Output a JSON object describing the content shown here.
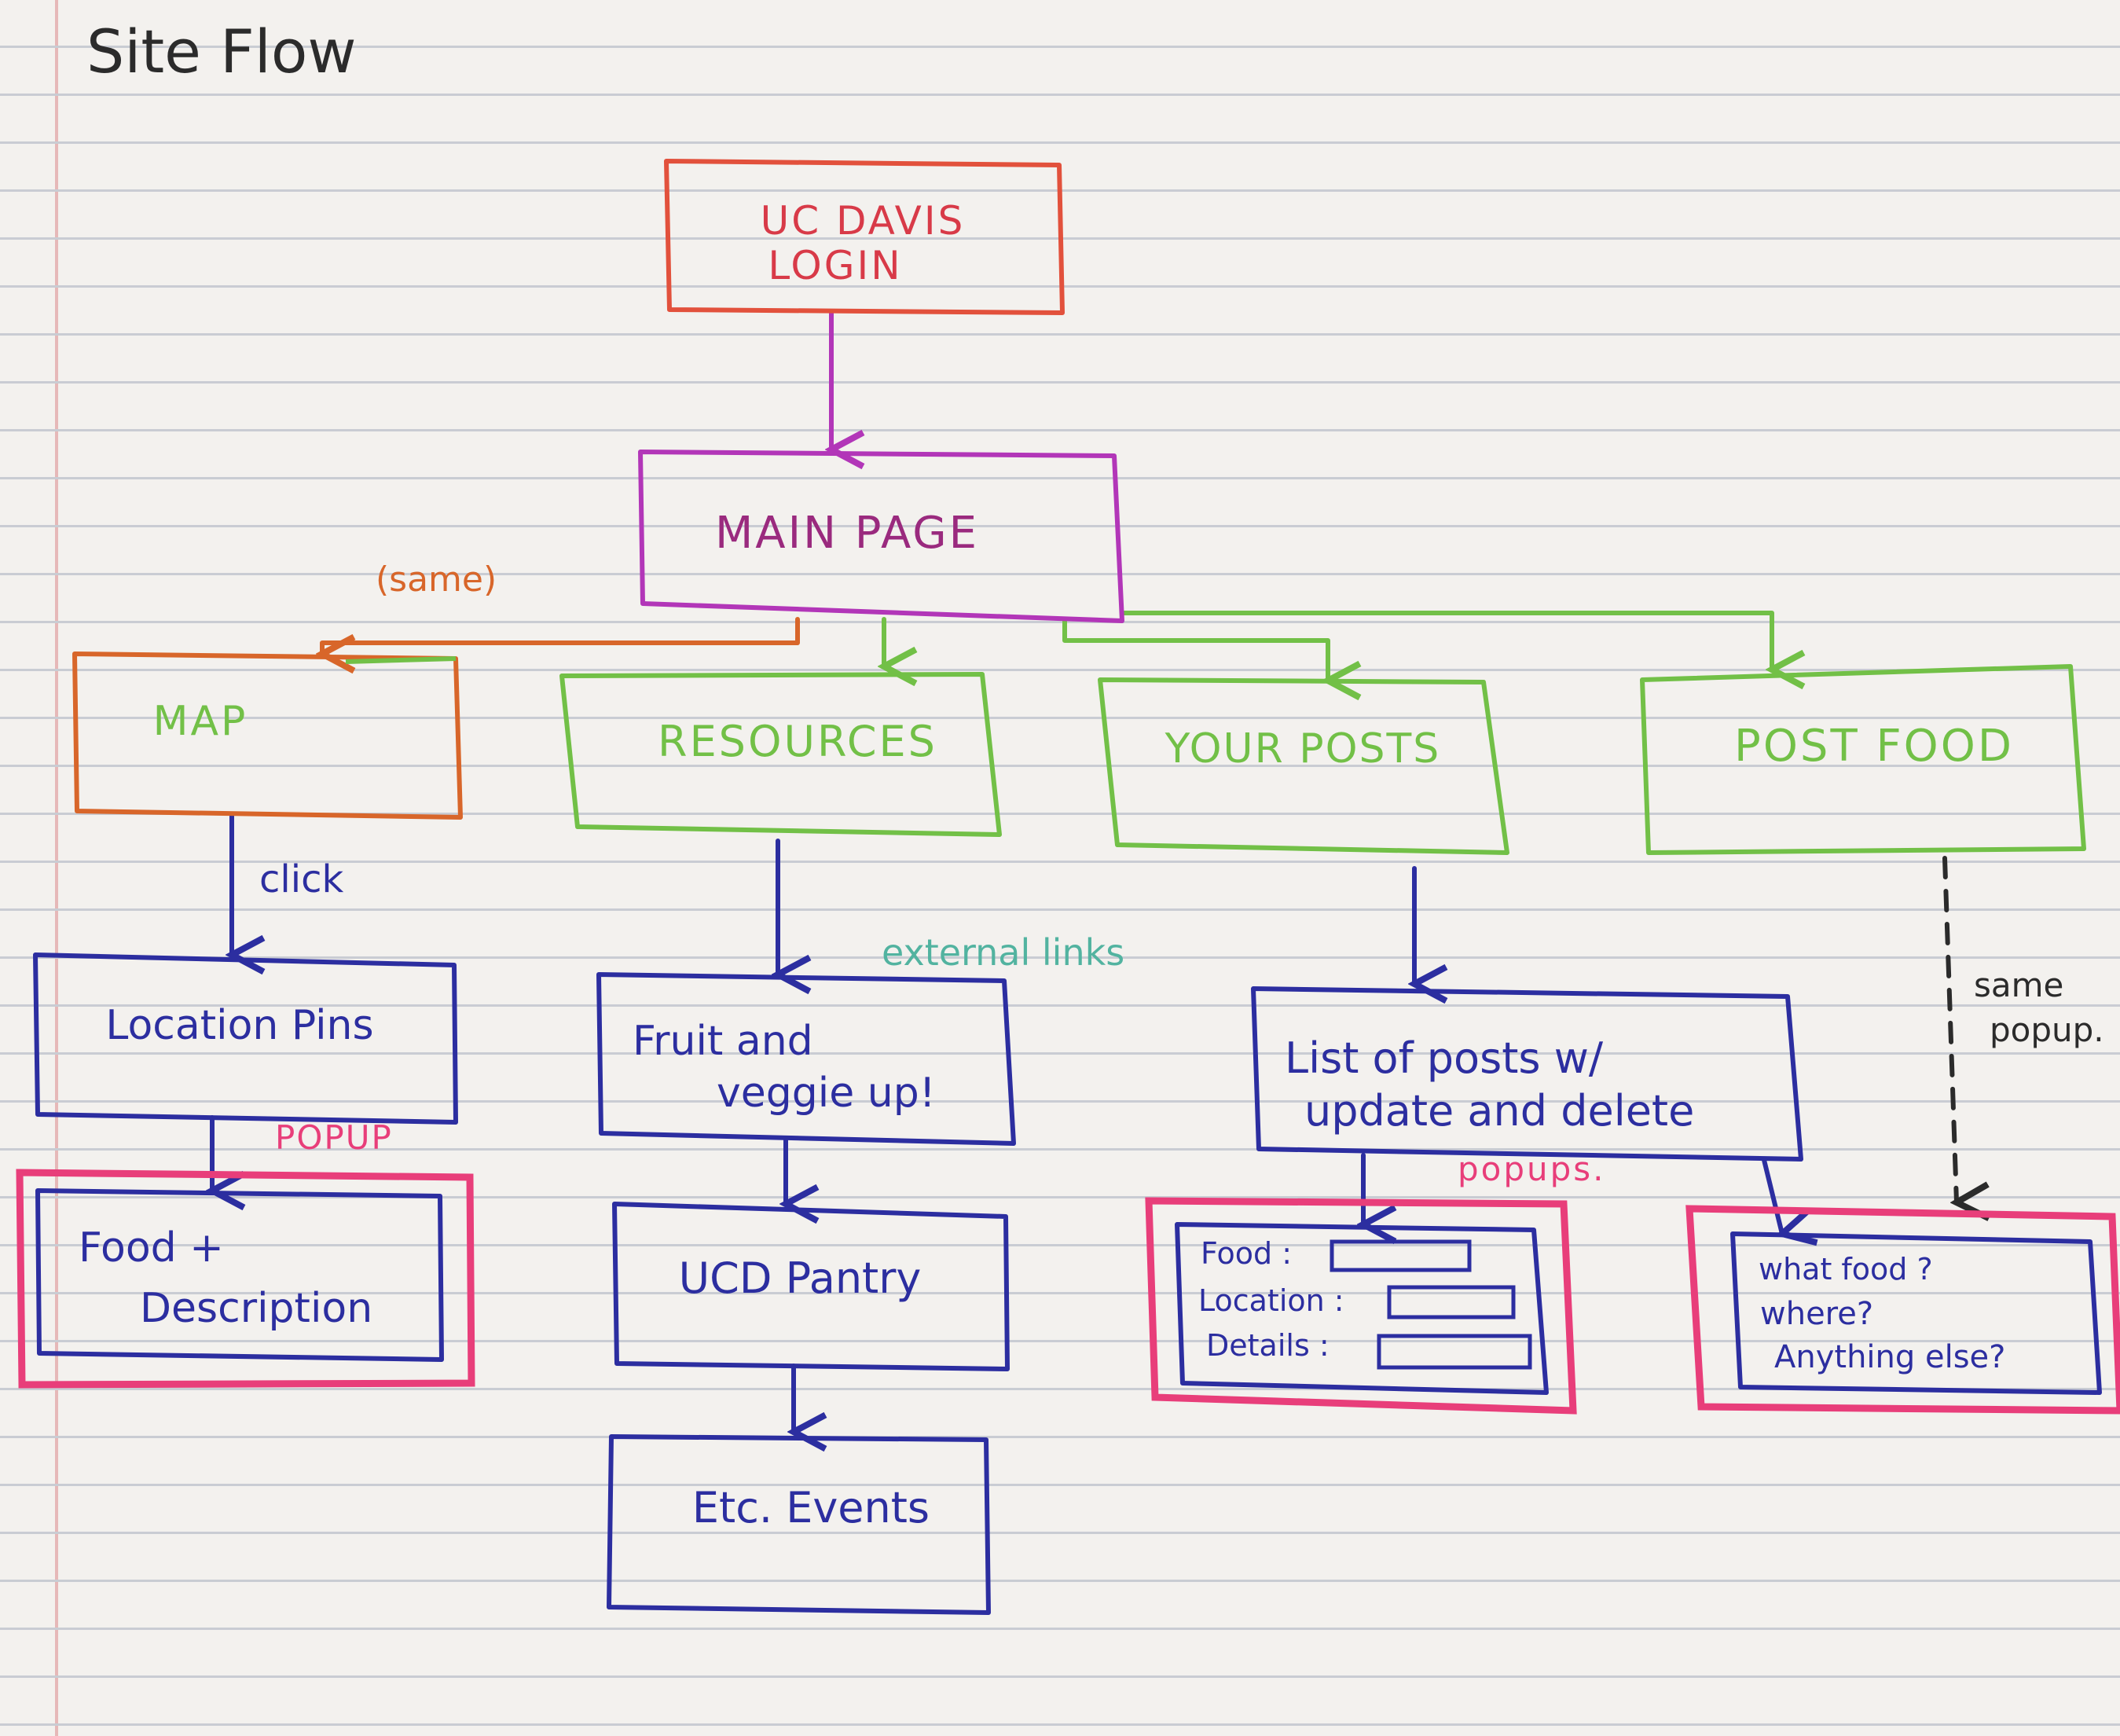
{
  "title": "Site Flow",
  "colors": {
    "ink": "#2b2b2b",
    "red": "#e2513c",
    "purple": "#b236b8",
    "purple_text": "#9a2a7e",
    "orange": "#d8662a",
    "green": "#72c047",
    "navy": "#2c2ea0",
    "pink": "#e83e7a",
    "teal": "#52b3a0"
  },
  "nodes": {
    "login": {
      "lines": [
        "UC DAVIS",
        "LOGIN"
      ]
    },
    "main": {
      "label": "MAIN PAGE"
    },
    "map": {
      "label": "MAP"
    },
    "resources": {
      "label": "RESOURCES"
    },
    "your_posts": {
      "label": "YOUR POSTS"
    },
    "post_food": {
      "label": "POST FOOD"
    },
    "location_pins": {
      "label": "Location Pins"
    },
    "food_desc": {
      "lines": [
        "Food +",
        "Description"
      ]
    },
    "fruit_veggie": {
      "lines": [
        "Fruit and",
        "veggie up!"
      ]
    },
    "ucd_pantry": {
      "label": "UCD Pantry"
    },
    "etc_events": {
      "label": "Etc. Events"
    },
    "list_posts": {
      "lines": [
        "List of posts w/",
        "update and delete"
      ]
    },
    "edit_form": {
      "fields": [
        "Food :",
        "Location :",
        "Details :"
      ]
    },
    "post_form": {
      "lines": [
        "what food ?",
        "where?",
        "Anything else?"
      ]
    }
  },
  "annotations": {
    "same": "(same)",
    "click": "click",
    "popup": "POPUP",
    "external_links": "external links",
    "popups": "popups.",
    "same_popup": [
      "same",
      "popup."
    ]
  }
}
